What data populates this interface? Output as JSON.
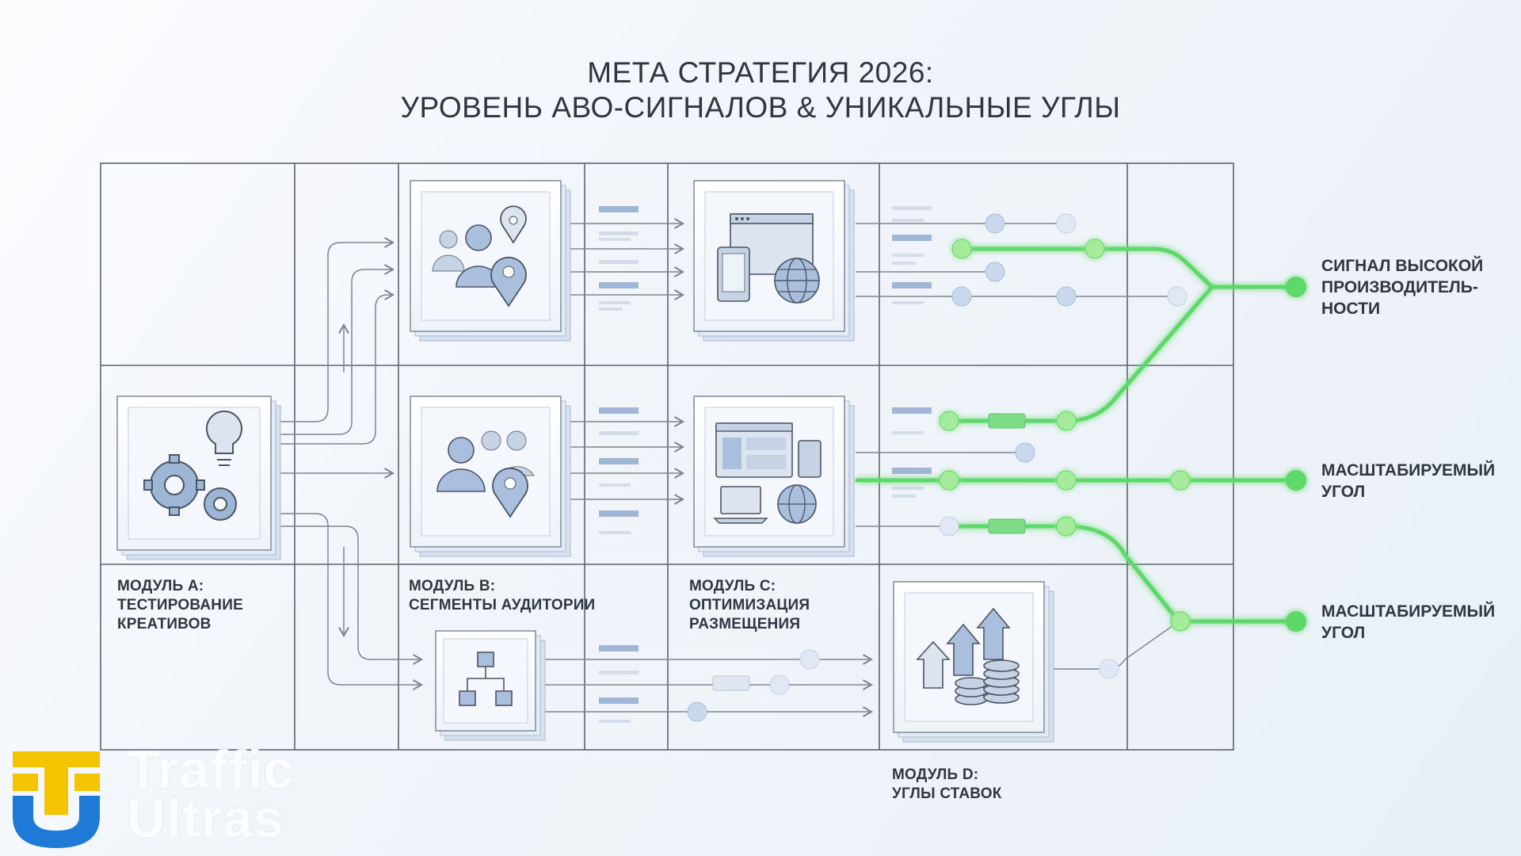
{
  "title": {
    "line1": "МЕТА СТРАТЕГИЯ 2026:",
    "line2": "УРОВЕНЬ АВО-СИГНАЛОВ & УНИКАЛЬНЫЕ УГЛЫ"
  },
  "modules": {
    "a": {
      "line1": "МОДУЛЬ А:",
      "line2": "ТЕСТИРОВАНИЕ",
      "line3": "КРЕАТИВОВ",
      "icon": "gears-lightbulb-icon"
    },
    "b": {
      "line1": "МОДУЛЬ В:",
      "line2": "СЕГМЕНТЫ АУДИТОРИИ",
      "icon": "audience-location-icon"
    },
    "c": {
      "line1": "МОДУЛЬ С:",
      "line2": "ОПТИМИЗАЦИЯ",
      "line3": "РАЗМЕЩЕНИЯ",
      "icon": "devices-globe-icon"
    },
    "d": {
      "line1": "МОДУЛЬ D:",
      "line2": "УГЛЫ СТАВОК",
      "icon": "arrows-coins-icon"
    }
  },
  "signals": {
    "s1": {
      "line1": "СИГНАЛ ВЫСОКОЙ",
      "line2": "ПРОИЗВОДИТЕЛЬ-",
      "line3": "НОСТИ"
    },
    "s2": {
      "line1": "МАСШТАБИРУЕМЫЙ",
      "line2": "УГОЛ"
    },
    "s3": {
      "line1": "МАСШТАБИРУЕМЫЙ",
      "line2": "УГОЛ"
    }
  },
  "brand": {
    "line1": "Traffic",
    "line2": "Ultras"
  },
  "colors": {
    "accent_green": "#5ed86a",
    "line_gray": "#8a929c",
    "node_blue": "#c9d8ec",
    "panel_blue": "#b9cbe3",
    "logo_yellow": "#f5c400",
    "logo_blue": "#1e7ad6"
  }
}
